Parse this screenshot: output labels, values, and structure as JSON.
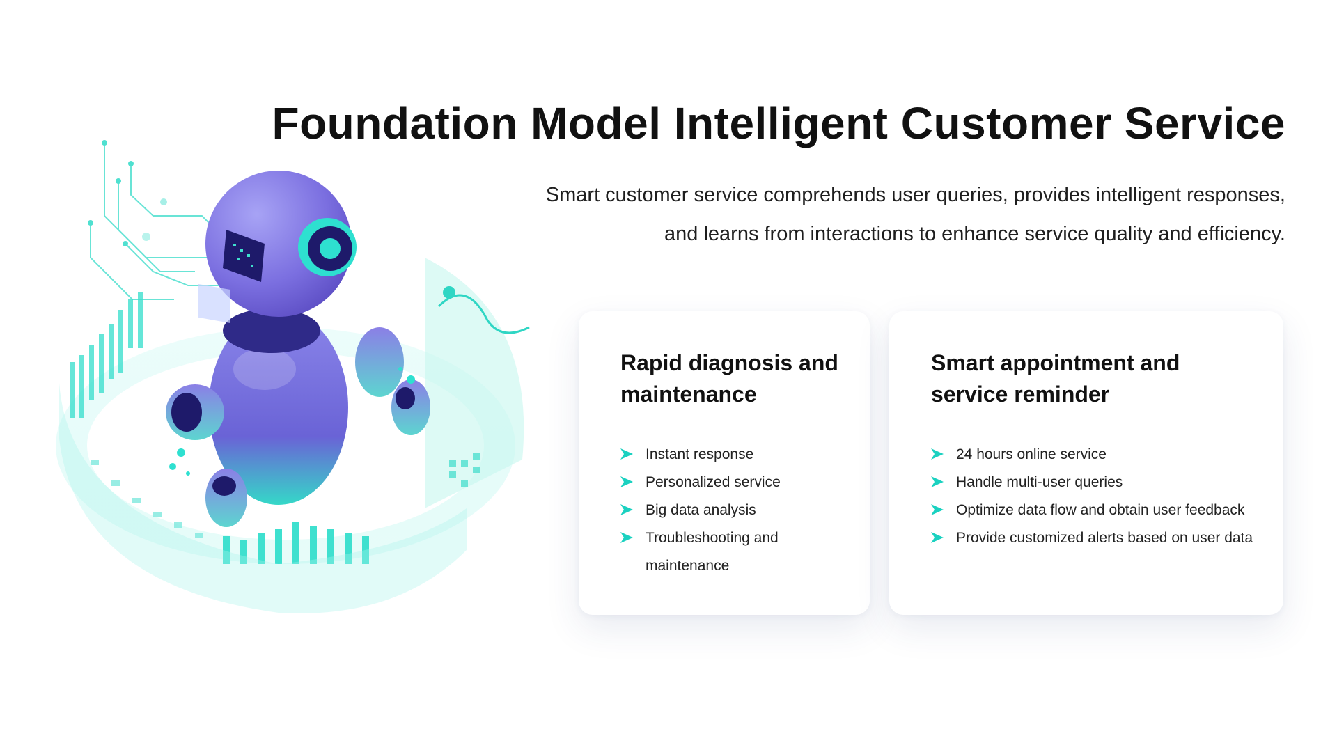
{
  "header": {
    "title": "Foundation Model Intelligent Customer Service",
    "subtitle_line1": "Smart customer service comprehends user queries, provides intelligent responses,",
    "subtitle_line2": "and learns from interactions to enhance service quality and efficiency."
  },
  "cards": [
    {
      "title_line1": "Rapid diagnosis and",
      "title_line2": "maintenance",
      "items": [
        "Instant response",
        "Personalized service",
        "Big data analysis",
        "Troubleshooting and maintenance"
      ]
    },
    {
      "title_line1": "Smart appointment and",
      "title_line2": "service reminder",
      "items": [
        "24 hours online service",
        "Handle multi-user queries",
        "Optimize data flow and obtain user feedback",
        "Provide customized alerts based on user data"
      ]
    }
  ],
  "theme": {
    "accent": "#1ad1c0",
    "robot_purple": "#6b5fd6",
    "robot_teal": "#2ee0d0"
  },
  "icons": {
    "bullet": "chevron-arrow-icon",
    "illustration": "robot-illustration"
  }
}
